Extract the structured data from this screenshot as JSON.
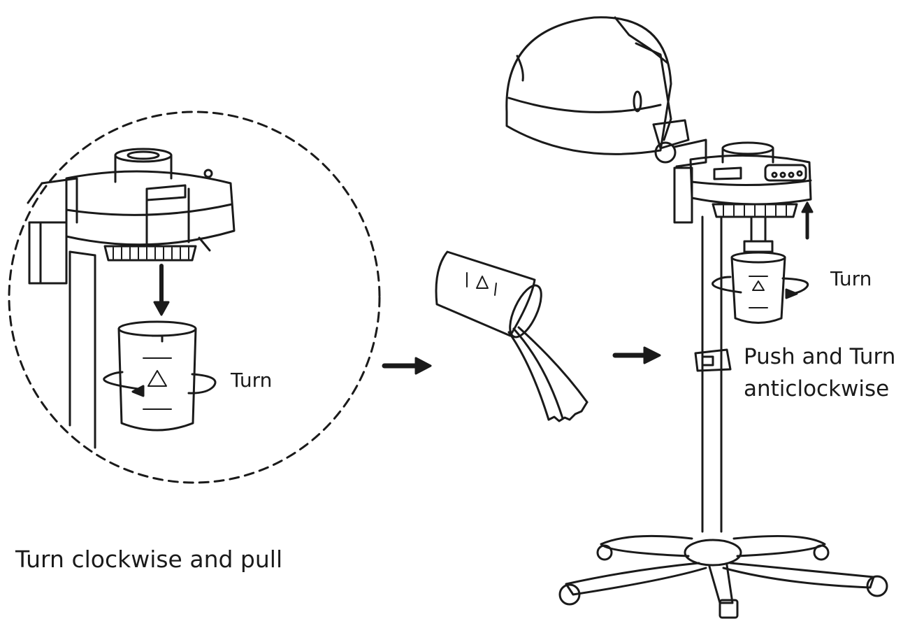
{
  "labels": {
    "turn_inset": "Turn",
    "turn_right": "Turn",
    "push_turn_line1": "Push and Turn",
    "push_turn_line2": "anticlockwise",
    "caption": "Turn clockwise and pull"
  },
  "icons": [
    "detail-circle",
    "steamer-reservoir-icon",
    "water-cup-icon",
    "pouring-cup-icon",
    "arrow-right-icon",
    "hood-steamer-stand-icon",
    "rotation-arrow-icon"
  ],
  "colors": {
    "line": "#1a1a1a",
    "background": "#ffffff"
  }
}
